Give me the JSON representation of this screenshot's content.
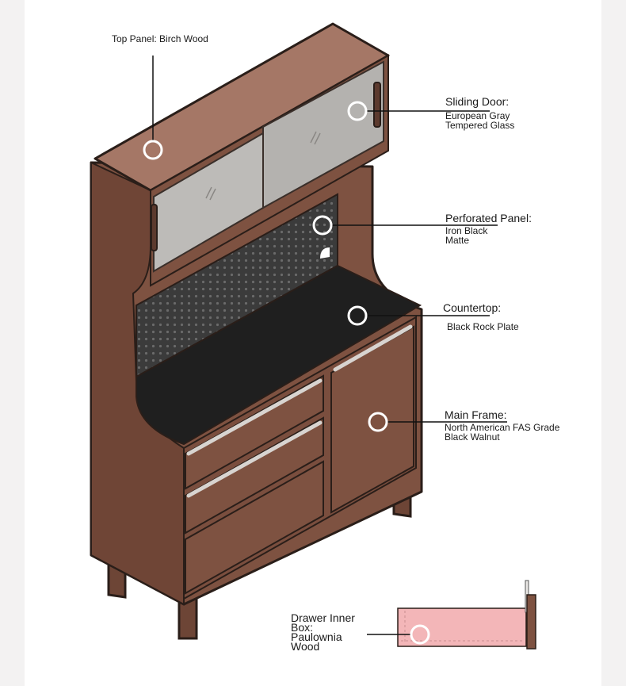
{
  "callouts": {
    "top_panel": {
      "title": "Top Panel: Birch Wood"
    },
    "sliding_door": {
      "title": "Sliding Door:",
      "detail_1": "European Gray",
      "detail_2": "Tempered Glass"
    },
    "perforated_panel": {
      "title": "Perforated Panel:",
      "detail_1": "Iron Black",
      "detail_2": "Matte"
    },
    "countertop": {
      "title": "Countertop:",
      "detail_1": "Black Rock Plate"
    },
    "main_frame": {
      "title": "Main Frame:",
      "detail_1": "North American FAS Grade",
      "detail_2": "Black Walnut"
    },
    "drawer_box": {
      "line_1": "Drawer Inner",
      "line_2": "Box:",
      "line_3": "Paulownia",
      "line_4": "Wood"
    }
  },
  "colors": {
    "walnut": "#7e5241",
    "birch_top": "#a57766",
    "glass": "#b9b7b4",
    "perforated": "#3b3b3b",
    "countertop": "#1f1f1f",
    "drawer_box": "#f3b6b8",
    "outline": "#2a1e19",
    "background": "#f3f2f2"
  }
}
